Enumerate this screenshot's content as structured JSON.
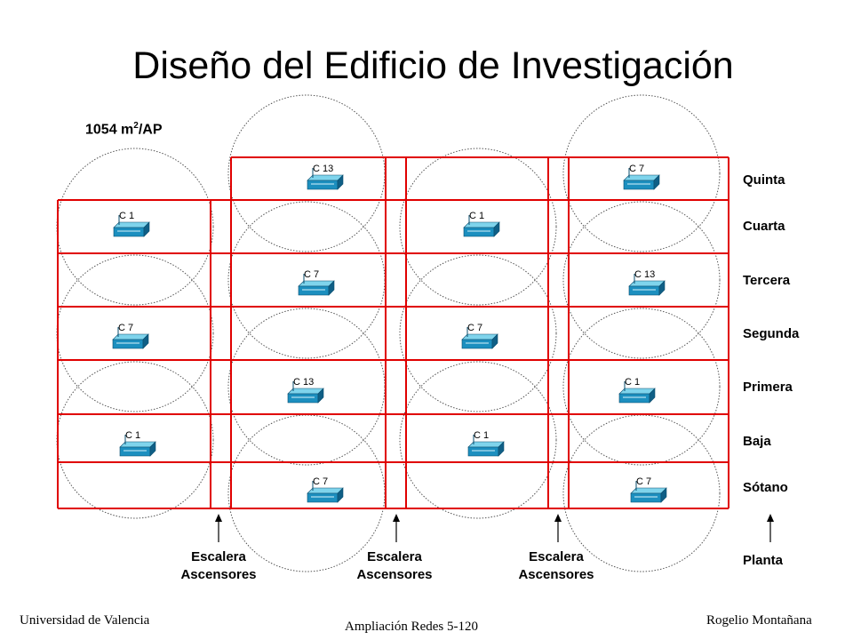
{
  "title": "Diseño del Edificio de Investigación",
  "density": {
    "value": "1054 m",
    "sup": "2",
    "unit": "/AP"
  },
  "floors": [
    "Quinta",
    "Cuarta",
    "Tercera",
    "Segunda",
    "Primera",
    "Baja",
    "Sótano"
  ],
  "stairs": [
    {
      "line1": "Escalera",
      "line2": "Ascensores"
    },
    {
      "line1": "Escalera",
      "line2": "Ascensores"
    },
    {
      "line1": "Escalera",
      "line2": "Ascensores"
    }
  ],
  "planta_label": "Planta",
  "access_points": [
    {
      "channel": "C 13"
    },
    {
      "channel": "C 7"
    },
    {
      "channel": "C 1"
    },
    {
      "channel": "C 1"
    },
    {
      "channel": "C 7"
    },
    {
      "channel": "C 13"
    },
    {
      "channel": "C 7"
    },
    {
      "channel": "C 7"
    },
    {
      "channel": "C 13"
    },
    {
      "channel": "C 1"
    },
    {
      "channel": "C 1"
    },
    {
      "channel": "C 1"
    },
    {
      "channel": "C 7"
    },
    {
      "channel": "C 7"
    }
  ],
  "colors": {
    "grid": "#e00000",
    "ap_top": "#7fd4ec",
    "ap_front": "#1c8fbf",
    "ap_side": "#0f5f86",
    "circle": "#555555"
  },
  "footer": {
    "left": "Universidad de Valencia",
    "center": "Ampliación Redes 5-120",
    "right": "Rogelio Montañana"
  }
}
